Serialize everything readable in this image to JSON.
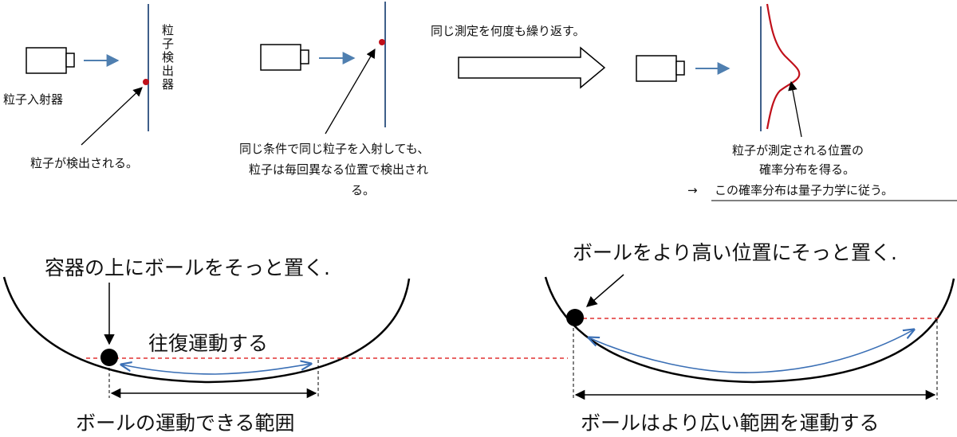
{
  "top": {
    "panel1": {
      "source_label": "粒子入射器",
      "detector_label": "粒子検出器",
      "detected_label": "粒子が検出される。"
    },
    "panel2": {
      "caption_lines": [
        "同じ条件で同じ粒子を入射しても、",
        "粒子は毎回異なる位置で検出され",
        "る。"
      ]
    },
    "repeat_label": "同じ測定を何度も繰り返す。",
    "panel3": {
      "caption_lines": [
        "粒子が測定される位置の",
        "確率分布を得る。"
      ],
      "arrow_symbol": "→",
      "conclusion": "この確率分布は量子力学に従う。"
    }
  },
  "bottom": {
    "left": {
      "place_label": "容器の上にボールをそっと置く.",
      "motion_label": "往復運動する",
      "range_label": "ボールの運動できる範囲"
    },
    "right": {
      "place_label": "ボールをより高い位置にそっと置く.",
      "range_label": "ボールはより広い範囲を運動する"
    }
  },
  "colors": {
    "detector_line": "#3f5f8a",
    "beam_arrow": "#4f7fb0",
    "particle": "#c0101a",
    "distribution": "#c0101a",
    "dashed_level": "#e03030",
    "motion_arrow": "#3a6fb5",
    "ball": "#000000"
  }
}
